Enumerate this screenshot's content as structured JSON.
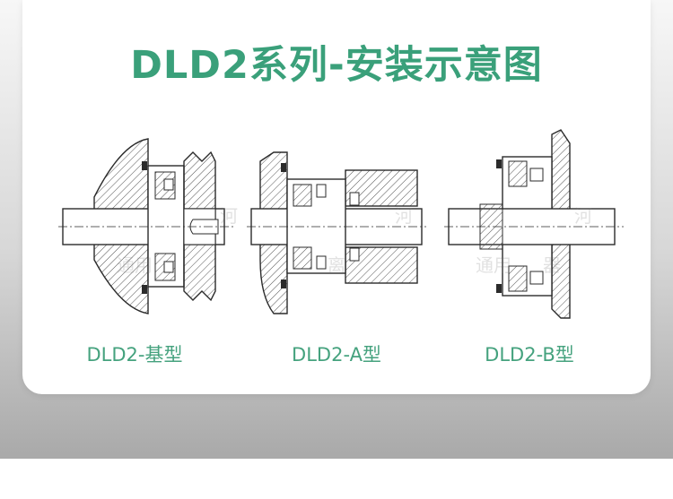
{
  "title": "DLD2系列-安装示意图",
  "colors": {
    "title": "#3aa07a",
    "caption": "#45a27e",
    "line": "#2b2b2b",
    "hatch": "#555555"
  },
  "diagrams": [
    {
      "label": "DLD2-基型"
    },
    {
      "label": "DLD2-A型"
    },
    {
      "label": "DLD2-B型"
    }
  ],
  "watermark": {
    "text1": "河",
    "text2": "通用",
    "text3": "离",
    "text4": "器"
  }
}
